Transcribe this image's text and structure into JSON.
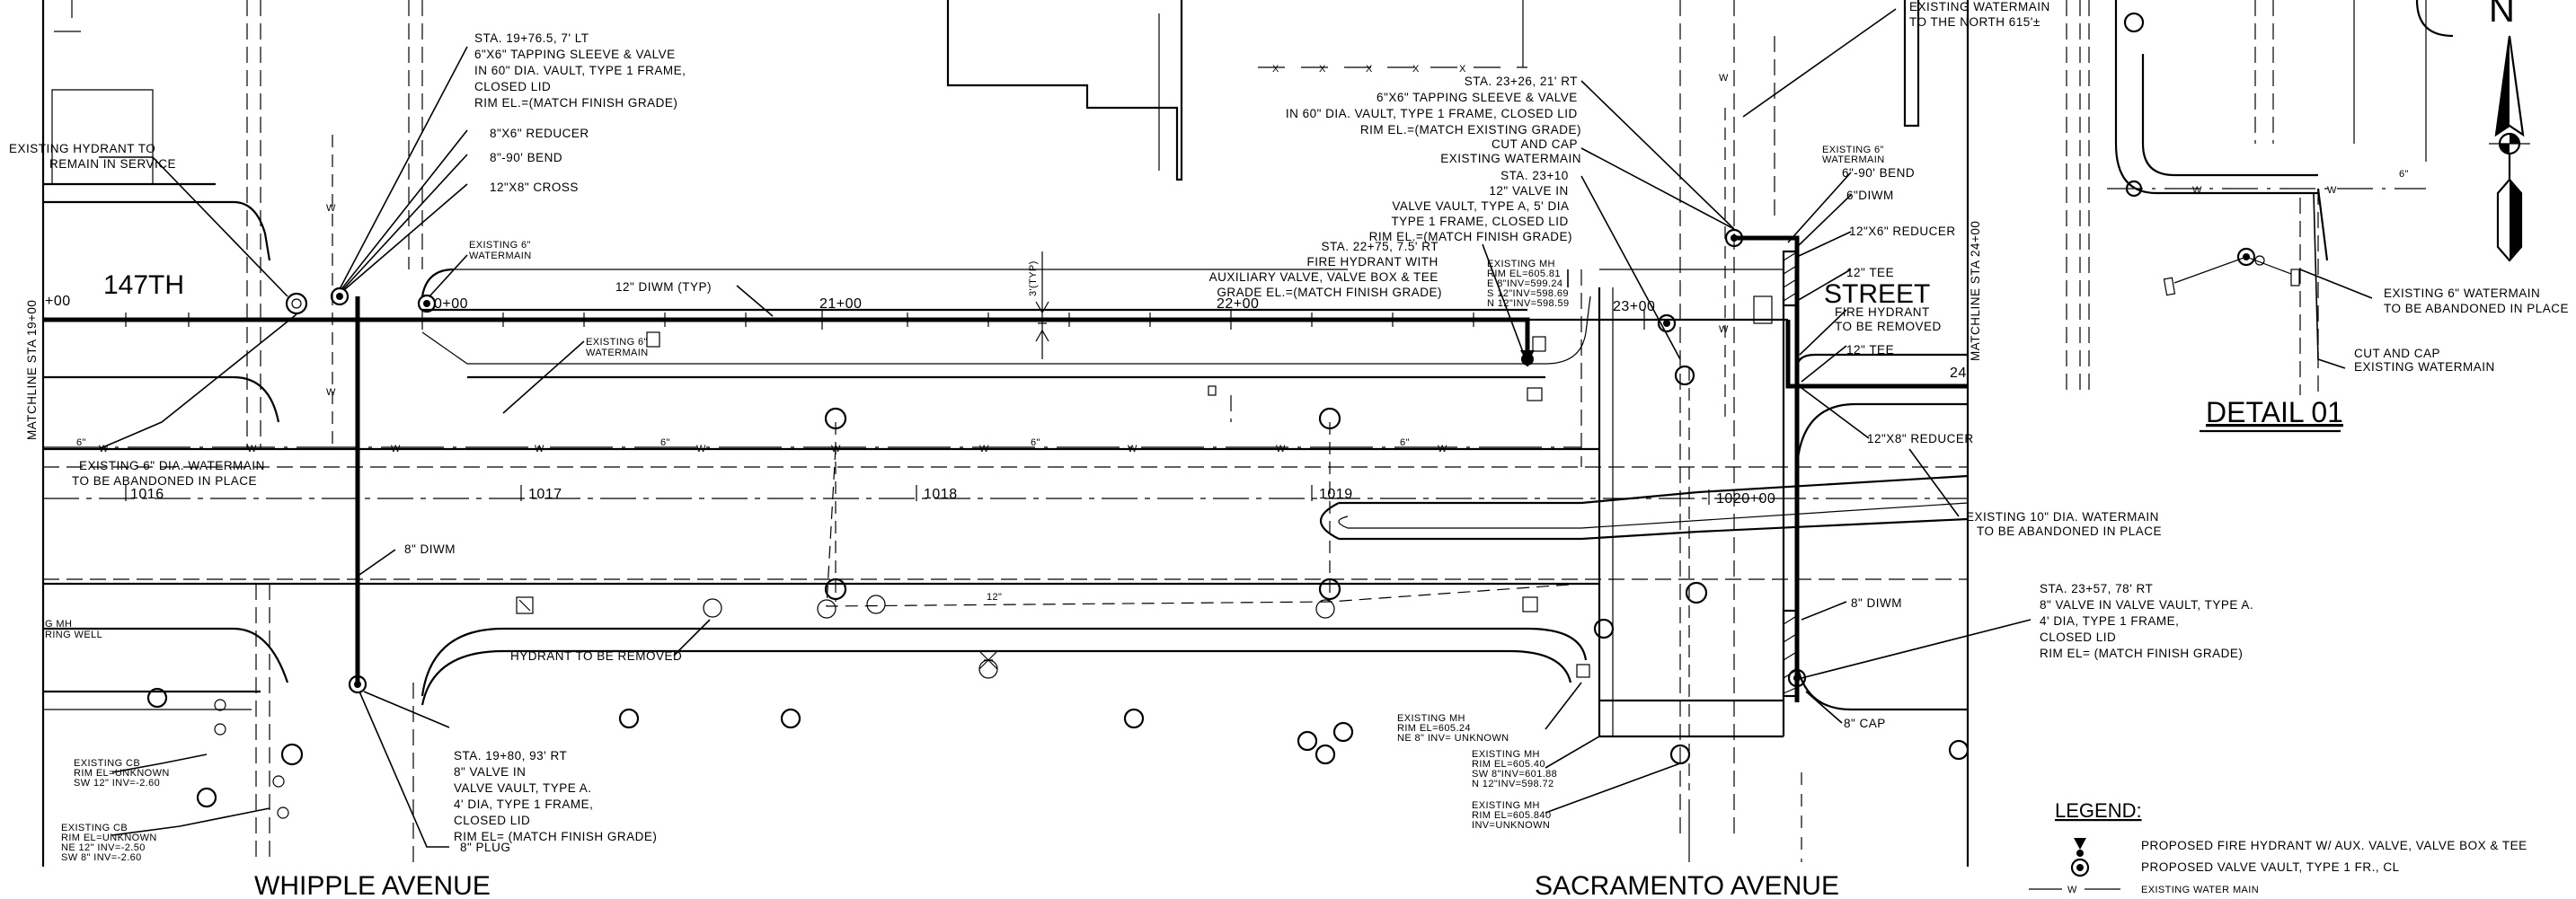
{
  "streets": {
    "whipple": "WHIPPLE AVENUE",
    "sacramento": "SACRAMENTO AVENUE",
    "th147": "147TH",
    "street": "STREET"
  },
  "detail_title": "DETAIL 01",
  "north_label": "N",
  "matchlines": {
    "left": "MATCHLINE STA 19+00",
    "right": "MATCHLINE STA 24+00"
  },
  "stations": {
    "s1900": "+00",
    "s2000": "0+00",
    "s2100": "21+00",
    "s2200": "22+00",
    "s2300": "23+00",
    "s24": "24",
    "s1016": "1016",
    "s1017": "1017",
    "s1018": "1018",
    "s1019": "1019",
    "s1020": "1020+00"
  },
  "small_labels": {
    "dim6": "6\"",
    "dim12": "12\"",
    "typ3": "3'(TYP)",
    "w": "W",
    "ex6_wm_a": "EXISTING 6\"",
    "ex6_wm_b": "WATERMAIN",
    "mh_a": "G MH",
    "mh_b": "RING WELL"
  },
  "callouts": {
    "sta1976": [
      "STA. 19+76.5, 7' LT",
      "6\"X6\" TAPPING SLEEVE & VALVE",
      "IN 60\" DIA. VAULT, TYPE 1 FRAME,",
      "CLOSED LID",
      "RIM EL.=(MATCH FINISH GRADE)"
    ],
    "reducer8x6": "8\"X6\" REDUCER",
    "bend8": "8\"-90' BEND",
    "cross12x8": "12\"X8\" CROSS",
    "hydrant_remain": [
      "EXISTING HYDRANT TO",
      "REMAIN IN SERVICE"
    ],
    "diwm12": "12\" DIWM (TYP)",
    "ex6_abandon_left": [
      "EXISTING 6\" DIA. WATERMAIN",
      "TO BE ABANDONED IN PLACE"
    ],
    "diwm8_left": "8\" DIWM",
    "hydrant_removed": "HYDRANT TO BE REMOVED",
    "sta1980": [
      "STA. 19+80, 93' RT",
      "8\" VALVE IN",
      "VALVE VAULT, TYPE A.",
      "4' DIA, TYPE 1 FRAME,",
      "CLOSED LID",
      "RIM EL= (MATCH FINISH GRADE)"
    ],
    "plug8": "8\" PLUG",
    "ex_cb1": [
      "EXISTING CB",
      "RIM EL=UNKNOWN",
      "SW 12\" INV=-2.60"
    ],
    "ex_cb2": [
      "EXISTING CB",
      "RIM EL=UNKNOWN",
      "NE 12\" INV=-2.50",
      "SW 8\" INV=-2.60"
    ],
    "sta2326": [
      "STA. 23+26, 21' RT",
      "6\"X6\" TAPPING SLEEVE & VALVE",
      "IN 60\" DIA. VAULT, TYPE 1 FRAME, CLOSED LID",
      "RIM EL.=(MATCH EXISTING GRADE)"
    ],
    "cutcap": [
      "CUT AND CAP",
      "EXISTING WATERMAIN"
    ],
    "sta2310": [
      "STA. 23+10",
      "12\" VALVE IN",
      "VALVE VAULT, TYPE A, 5' DIA",
      "TYPE 1 FRAME, CLOSED LID",
      "RIM EL.=(MATCH FINISH GRADE)"
    ],
    "sta2275": [
      "STA. 22+75, 7.5' RT",
      "FIRE HYDRANT WITH",
      "AUXILIARY VALVE, VALVE BOX & TEE",
      "GRADE EL.=(MATCH FINISH GRADE)"
    ],
    "ex_mh1": [
      "EXISTING MH",
      "RIM EL=605.81",
      "E 8\"INV=599.24",
      "S 12\"INV=598.69",
      "N 12\"INV=598.59"
    ],
    "ex_wm_north": [
      "EXISTING WATERMAIN",
      "TO THE NORTH 615'±"
    ],
    "ex6_wm_small": [
      "EXISTING 6\"",
      "WATERMAIN"
    ],
    "bend6": "6\"-90' BEND",
    "diwm6": "6\"DIWM",
    "reducer12x6": "12\"X6\" REDUCER",
    "tee12a": "12\" TEE",
    "fh_removed": [
      "FIRE HYDRANT",
      "TO BE REMOVED"
    ],
    "tee12b": "12\" TEE",
    "reducer12x8": "12\"X8\" REDUCER",
    "ex10_abandon": [
      "EXISTING 10\" DIA. WATERMAIN",
      "TO BE ABANDONED IN PLACE"
    ],
    "sta2357": [
      "STA. 23+57, 78' RT",
      "8\" VALVE IN VALVE VAULT, TYPE A.",
      "4' DIA, TYPE 1 FRAME,",
      "CLOSED LID",
      "RIM EL= (MATCH FINISH GRADE)"
    ],
    "diwm8_right": "8\" DIWM",
    "cap8": "8\" CAP",
    "ex_mh2": [
      "EXISTING MH",
      "RIM EL=605.24",
      "NE 8\" INV= UNKNOWN"
    ],
    "ex_mh3": [
      "EXISTING MH",
      "RIM EL=605.40",
      "SW 8\"INV=601.88",
      "N 12\"INV=598.72"
    ],
    "ex_mh4": [
      "EXISTING MH",
      "RIM EL=605.840",
      "INV=UNKNOWN"
    ],
    "detail_ex6": [
      "EXISTING 6\" WATERMAIN",
      "TO BE ABANDONED IN PLACE"
    ],
    "detail_cutcap": [
      "CUT AND CAP",
      "EXISTING WATERMAIN"
    ]
  },
  "legend": {
    "title": "LEGEND:",
    "items": [
      "PROPOSED FIRE HYDRANT W/ AUX. VALVE, VALVE BOX & TEE",
      "PROPOSED VALVE VAULT, TYPE 1 FR., CL",
      "EXISTING WATER MAIN"
    ]
  }
}
